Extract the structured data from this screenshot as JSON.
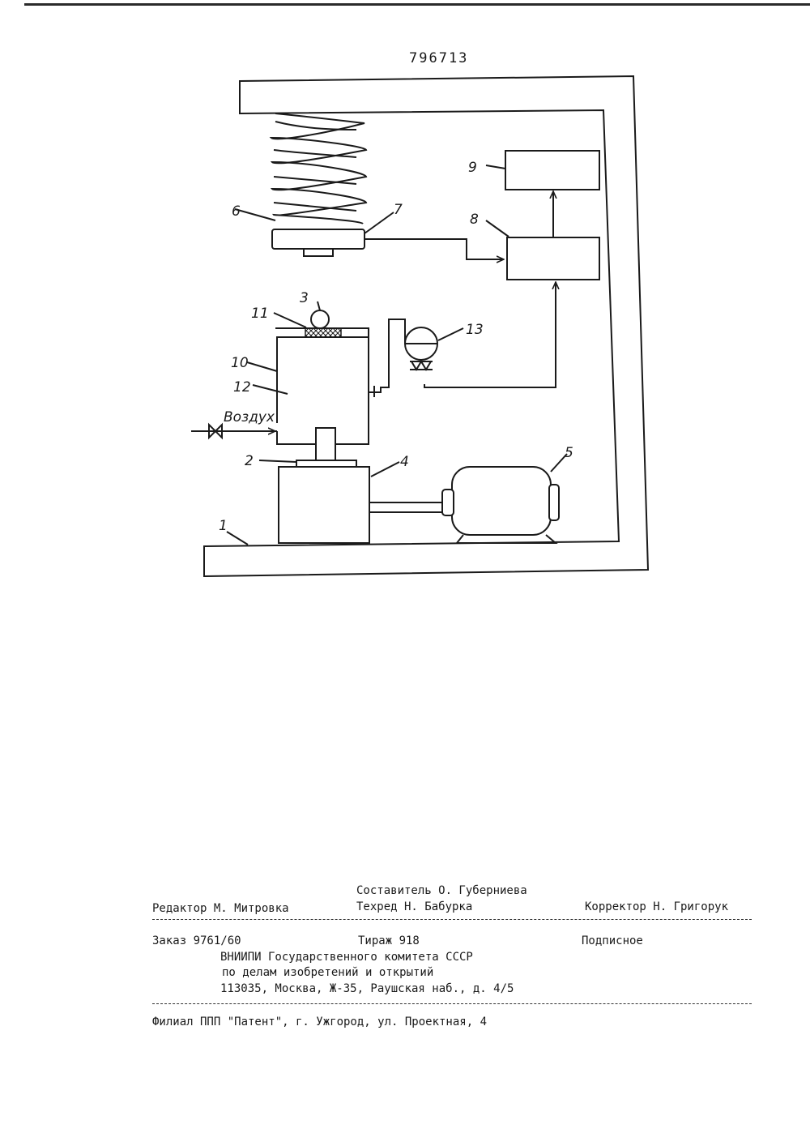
{
  "header": {
    "patent_number": "796713"
  },
  "figure": {
    "labels": {
      "l1": "1",
      "l2": "2",
      "l3": "3",
      "l4": "4",
      "l5": "5",
      "l6": "6",
      "l7": "7",
      "l8": "8",
      "l9": "9",
      "l10": "10",
      "l11": "11",
      "l12": "12",
      "l13": "13",
      "air": "Воздух"
    }
  },
  "footer": {
    "compiler": "Составитель О. Губерниева",
    "editor": "Редактор  М. Митровка",
    "techred": "Техред Н. Бабурка",
    "corrector": "Корректор  Н. Григорук",
    "order": "Заказ 9761/60",
    "circulation": "Тираж 918",
    "subscription": "Подписное",
    "org_line1": "ВНИИПИ Государственного комитета СССР",
    "org_line2": "по делам изобретений и открытий",
    "org_line3": "113035, Москва, Ж-35, Раушская наб.,  д. 4/5",
    "branch": "Филиал ППП \"Патент\", г. Ужгород, ул. Проектная, 4"
  }
}
